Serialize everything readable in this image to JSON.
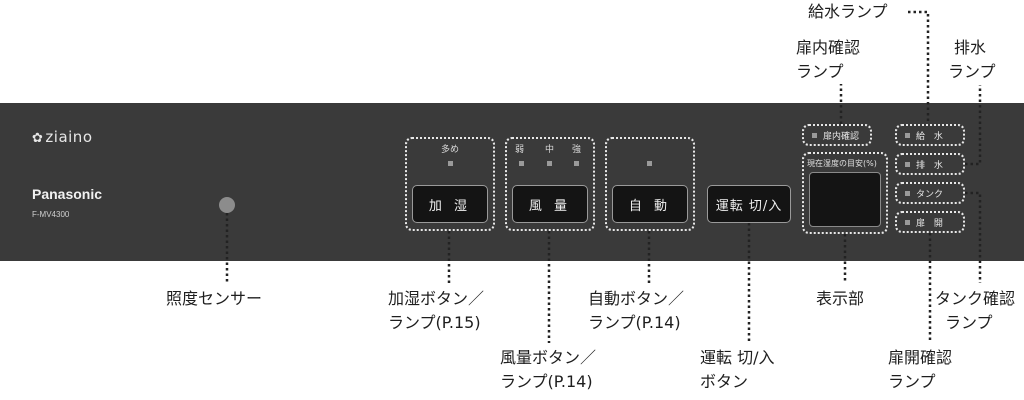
{
  "panel": {
    "logo": "ziaino",
    "brand": "Panasonic",
    "model": "F-MV4300",
    "humidify": {
      "level_label": "多め",
      "button_label": "加 湿"
    },
    "airflow": {
      "levels": [
        "弱",
        "中",
        "強"
      ],
      "button_label": "風 量"
    },
    "auto": {
      "button_label": "自 動"
    },
    "power": {
      "button_label": "運転 切/入"
    },
    "lamps": {
      "door_inner": "扉内確認",
      "water_supply": "給 水",
      "drain": "排 水",
      "tank": "タンク",
      "door_open": "扉 開"
    },
    "display_title": "現在湿度の目安(%)"
  },
  "callouts": {
    "water_supply_lamp": "給水ランプ",
    "door_inner_lamp": [
      "扉内確認",
      "ランプ"
    ],
    "drain_lamp": [
      "排水",
      "ランプ"
    ],
    "light_sensor": "照度センサー",
    "humidify": [
      "加湿ボタン／",
      "ランプ(P.15)"
    ],
    "airflow": [
      "風量ボタン／",
      "ランプ(P.14)"
    ],
    "auto": [
      "自動ボタン／",
      "ランプ(P.14)"
    ],
    "power": [
      "運転 切/入",
      "ボタン"
    ],
    "display": "表示部",
    "tank_lamp": [
      "タンク確認",
      "ランプ"
    ],
    "door_open_lamp": [
      "扉開確認",
      "ランプ"
    ]
  }
}
